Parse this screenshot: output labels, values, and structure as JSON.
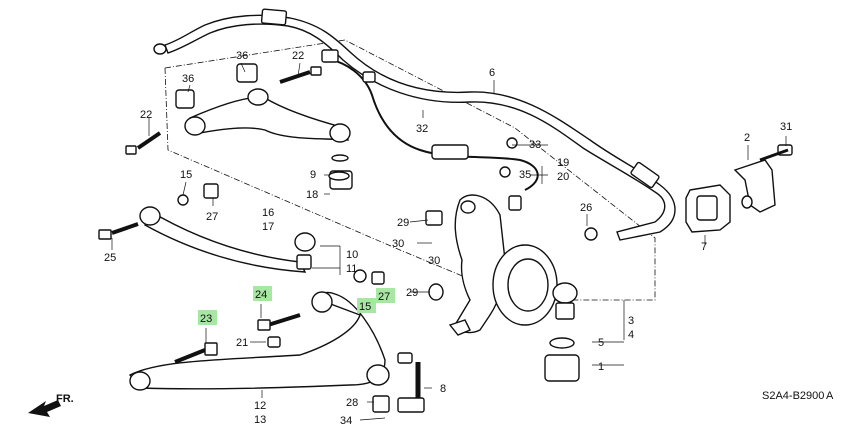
{
  "diagram": {
    "code": "S2A4-B2900",
    "code_suffix": "A",
    "direction_label": "FR.",
    "highlight_color": "#a8e6a3",
    "callouts": {
      "c1": "1",
      "c2": "2",
      "c3": "3",
      "c4": "4",
      "c5": "5",
      "c6": "6",
      "c7": "7",
      "c8": "8",
      "c9": "9",
      "c10": "10",
      "c11": "11",
      "c12": "12",
      "c13": "13",
      "c15": "15",
      "c16": "16",
      "c17": "17",
      "c18": "18",
      "c19": "19",
      "c20": "20",
      "c21": "21",
      "c22a": "22",
      "c22b": "22",
      "c23": "23",
      "c24": "24",
      "c25": "25",
      "c26": "26",
      "c27a": "27",
      "c27b": "27",
      "c28": "28",
      "c29a": "29",
      "c29b": "29",
      "c30a": "30",
      "c30b": "30",
      "c31": "31",
      "c32": "32",
      "c33": "33",
      "c34": "34",
      "c35": "35",
      "c36a": "36",
      "c36b": "36",
      "c15b": "15"
    }
  }
}
